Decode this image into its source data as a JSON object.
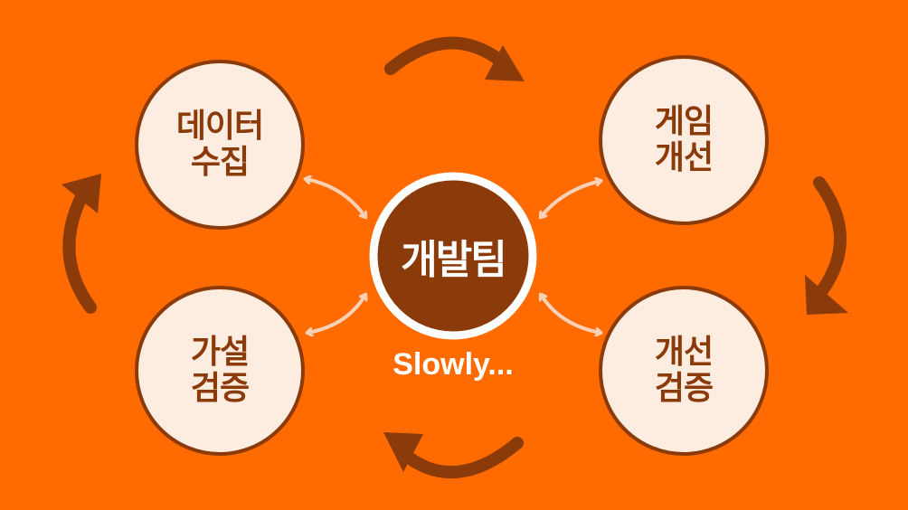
{
  "colors": {
    "background": "#ff6b00",
    "node_fill": "#fdece0",
    "node_stroke": "#8b3a0a",
    "center_fill": "#8b3a0a",
    "center_ring": "#ffffff",
    "cycle_arrow": "#8b3a0a",
    "link_arrow": "#fbd1b5"
  },
  "center": {
    "label": "개발팀",
    "caption": "Slowly..."
  },
  "nodes": {
    "top_left": {
      "line1": "데이터",
      "line2": "수집"
    },
    "top_right": {
      "line1": "게임",
      "line2": "개선"
    },
    "bottom_left": {
      "line1": "가설",
      "line2": "검증"
    },
    "bottom_right": {
      "line1": "개선",
      "line2": "검증"
    }
  },
  "icons": {
    "cycle_arrows": "curved-arrow-icon",
    "links": "double-headed-arrow-icon"
  }
}
